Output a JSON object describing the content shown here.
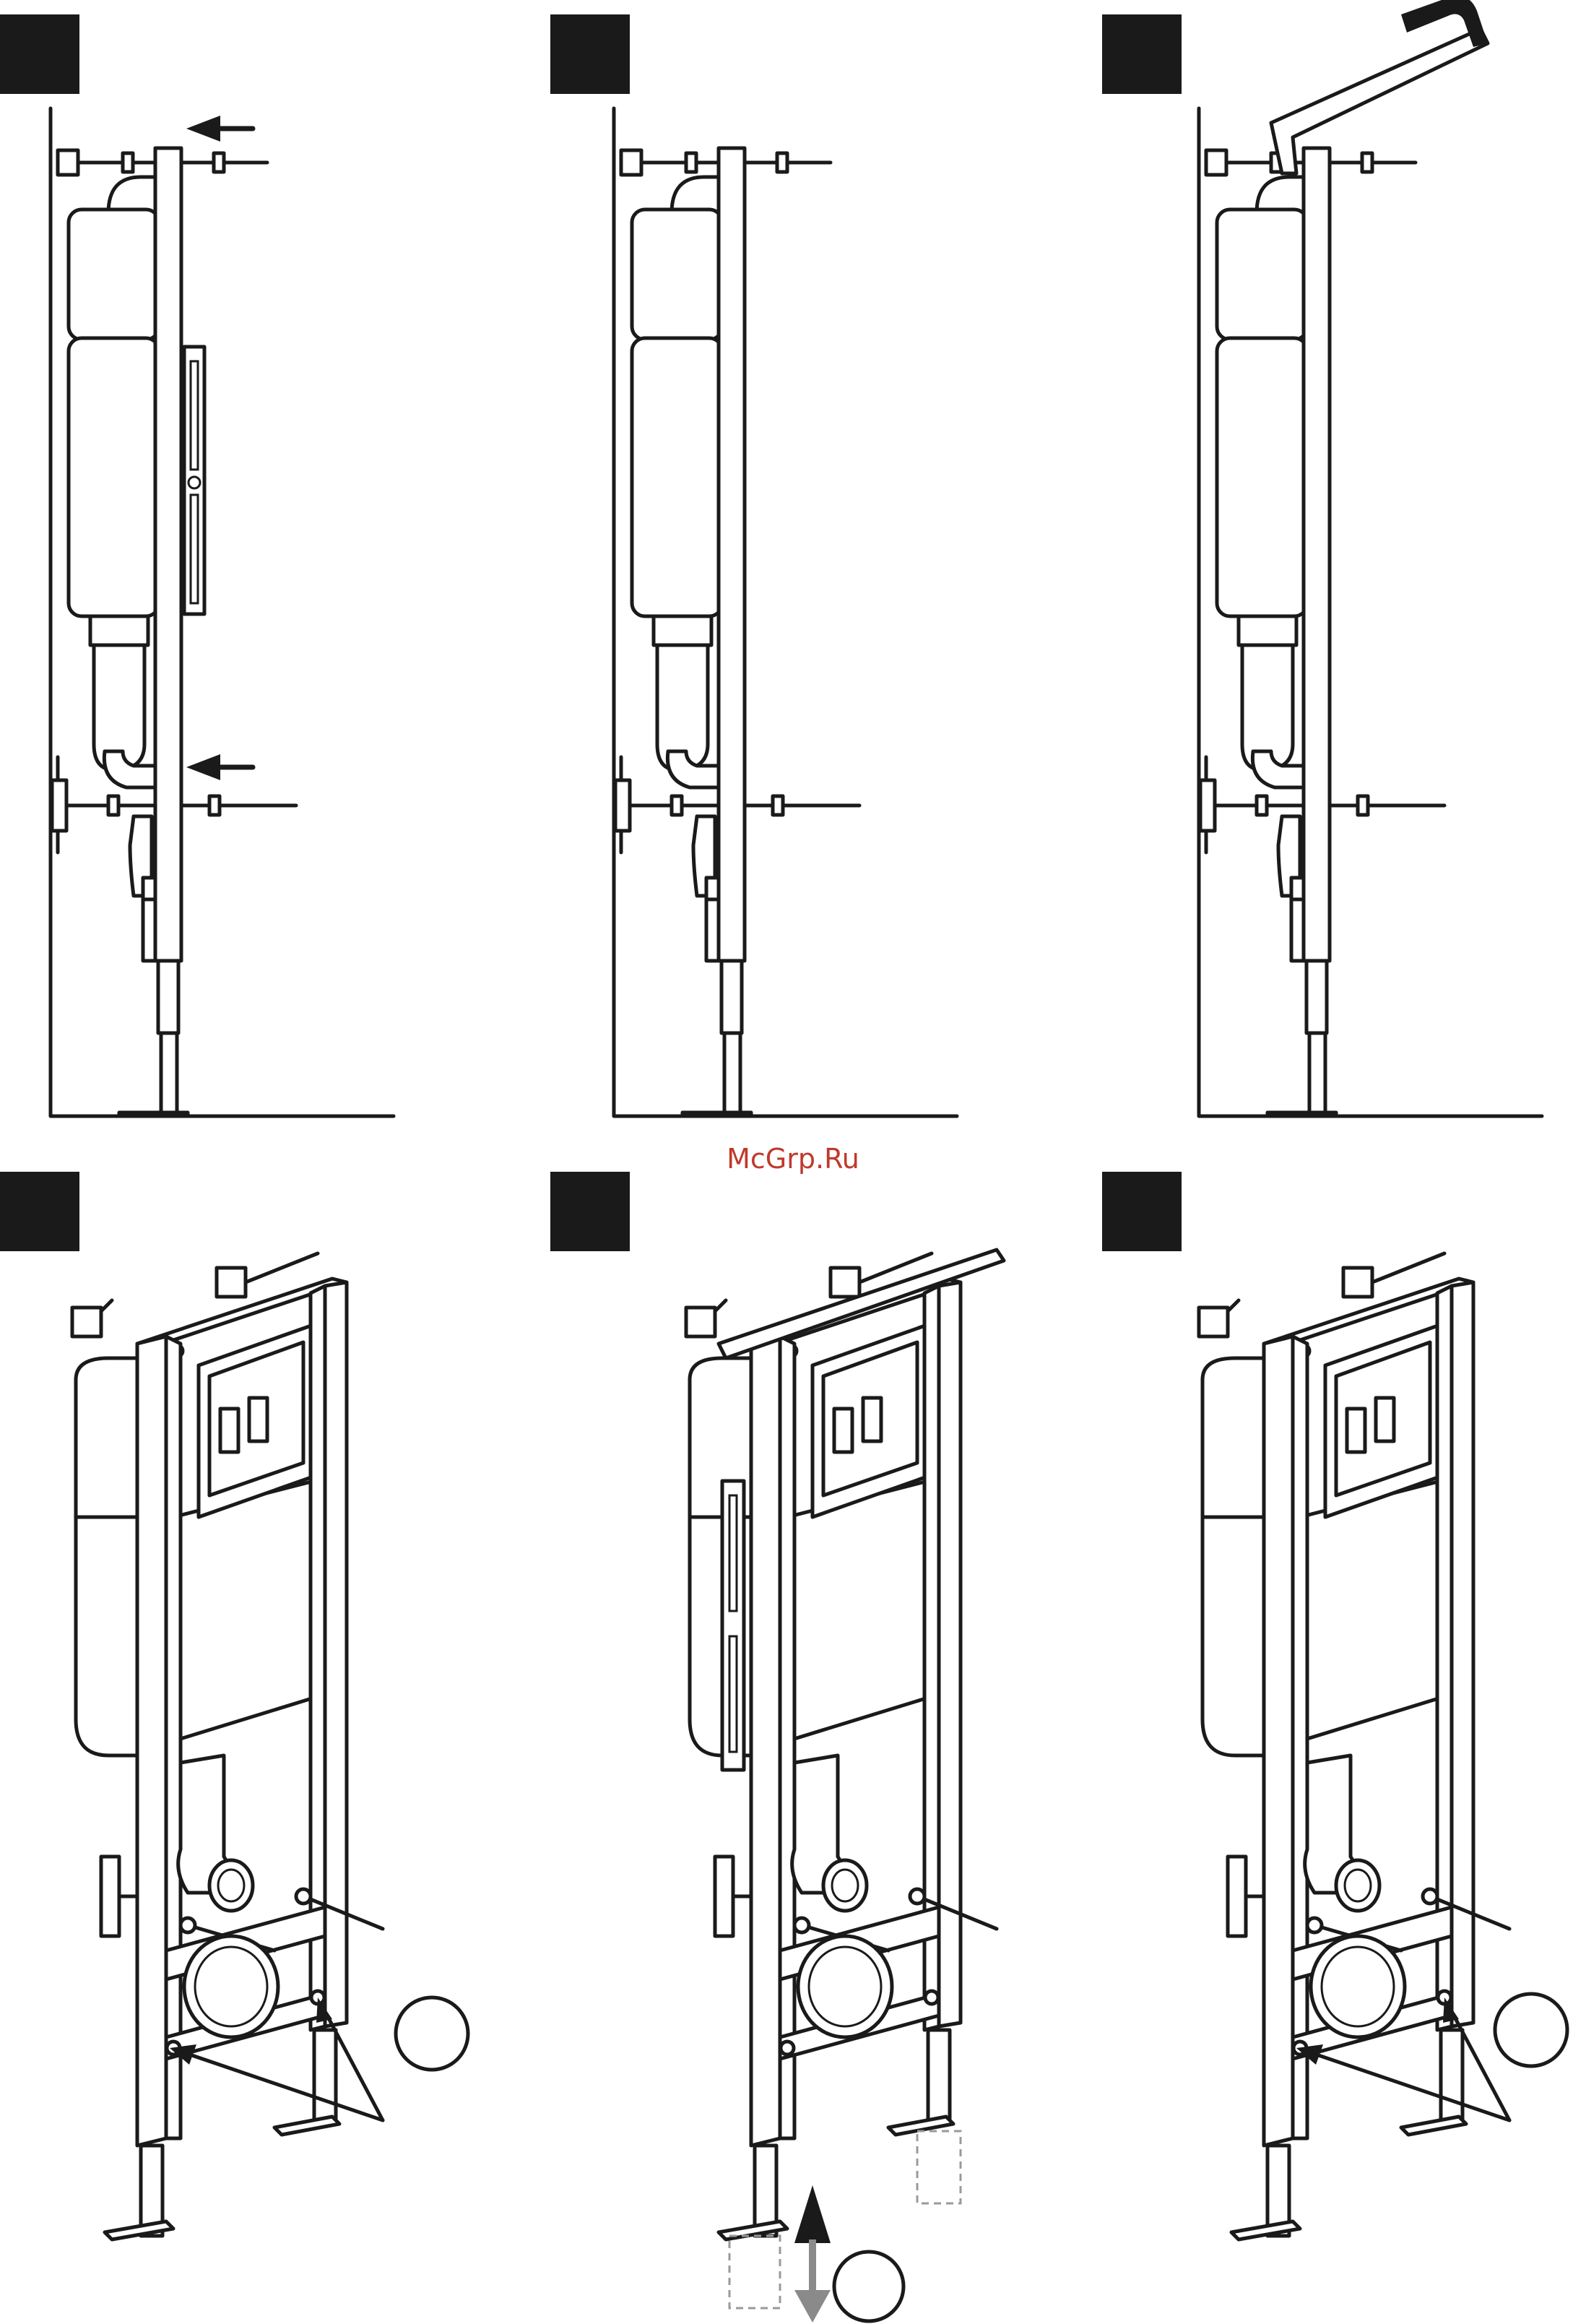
{
  "watermark": {
    "text": "McGrp.Ru",
    "color": "#c0392b"
  },
  "colors": {
    "step_box": "#1a1a1a",
    "line": "#1a1a1a",
    "grey_arrow": "#8a8a8a",
    "background": "#ffffff"
  },
  "steps": [
    {
      "id": 1,
      "view": "side",
      "icon": "step-marker-icon",
      "annotation": "two-arrows-pointing-left"
    },
    {
      "id": 2,
      "view": "side",
      "icon": "step-marker-icon",
      "annotation": "none"
    },
    {
      "id": 3,
      "view": "side",
      "icon": "step-marker-icon",
      "annotation": "spirit-level-on-frame"
    },
    {
      "id": 4,
      "view": "perspective",
      "icon": "step-marker-icon",
      "annotation": "circle-with-arrows-to-bolts"
    },
    {
      "id": 5,
      "view": "perspective",
      "icon": "step-marker-icon",
      "annotation": "height-adjust-up-down-arrow"
    },
    {
      "id": 6,
      "view": "perspective",
      "icon": "step-marker-icon",
      "annotation": "circle-with-arrows-to-bolts"
    }
  ]
}
